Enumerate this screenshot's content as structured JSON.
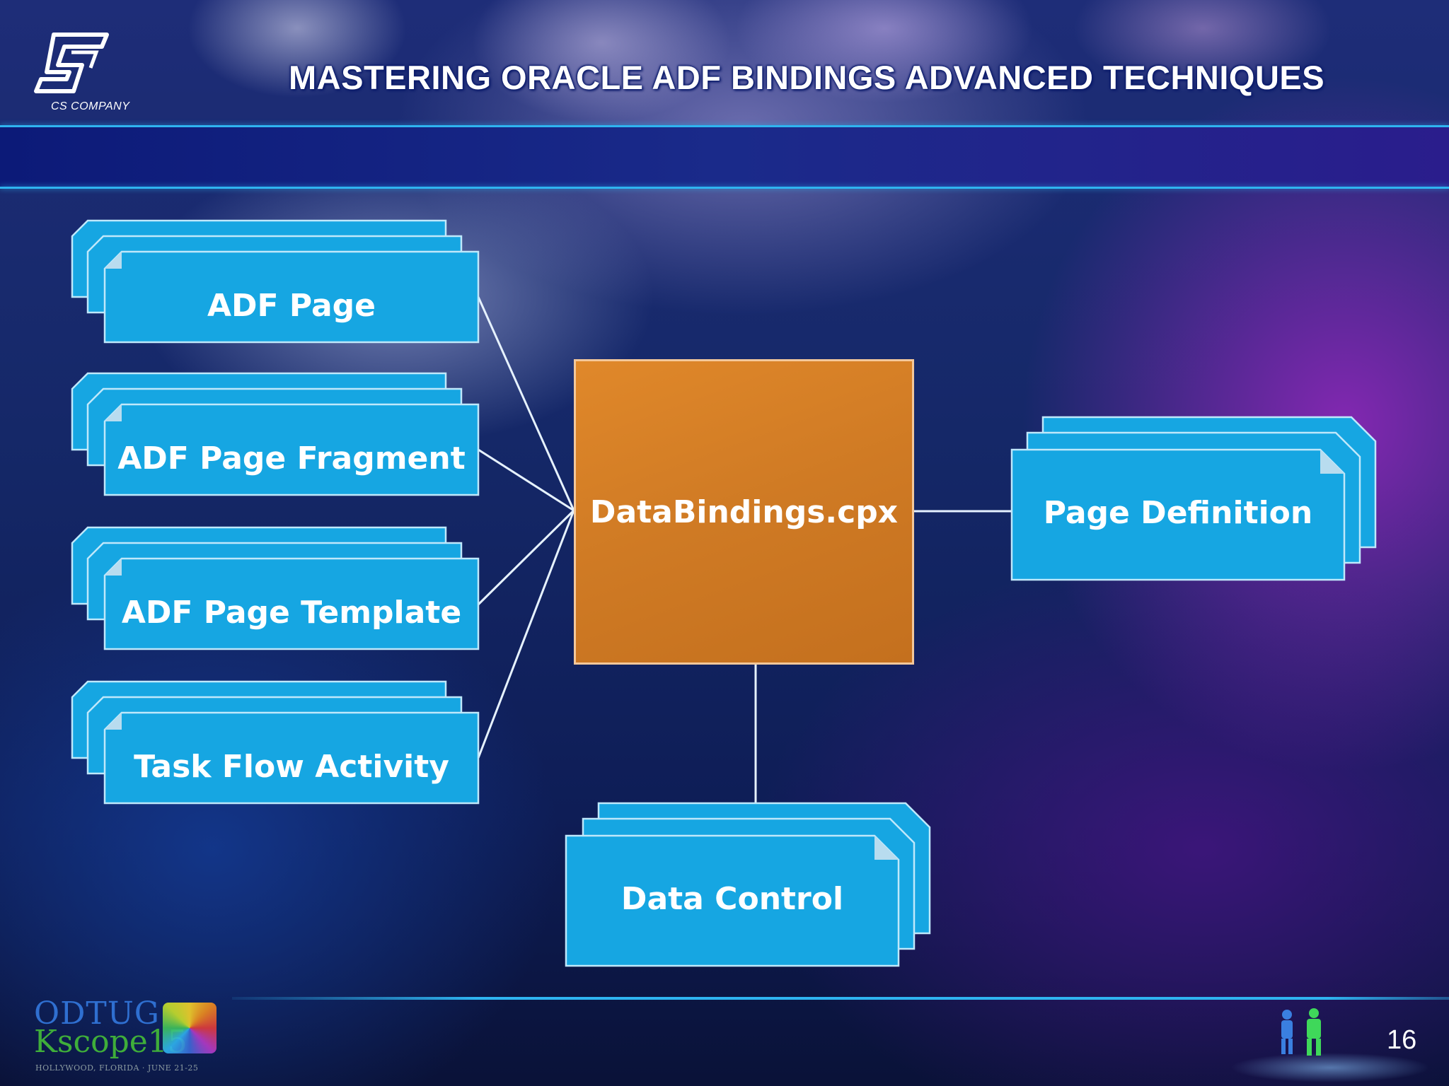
{
  "header": {
    "company_caption": "CS COMPANY",
    "title": "MASTERING ORACLE ADF BINDINGS ADVANCED TECHNIQUES"
  },
  "diagram": {
    "sources": [
      {
        "label": "ADF Page"
      },
      {
        "label": "ADF Page Fragment"
      },
      {
        "label": "ADF Page Template"
      },
      {
        "label": "Task Flow Activity"
      }
    ],
    "center": {
      "label": "DataBindings.cpx"
    },
    "page_definition": {
      "label": "Page Definition"
    },
    "data_control": {
      "label": "Data Control"
    }
  },
  "footer": {
    "odtug": "ODTUG",
    "kscope": "Kscope15",
    "event_caption": "HOLLYWOOD, FLORIDA · JUNE 21-25",
    "page_number": "16"
  },
  "colors": {
    "doc_blue": "#16a6e2",
    "center_orange": "#d47d26",
    "accent_line": "#2fb4f0"
  }
}
